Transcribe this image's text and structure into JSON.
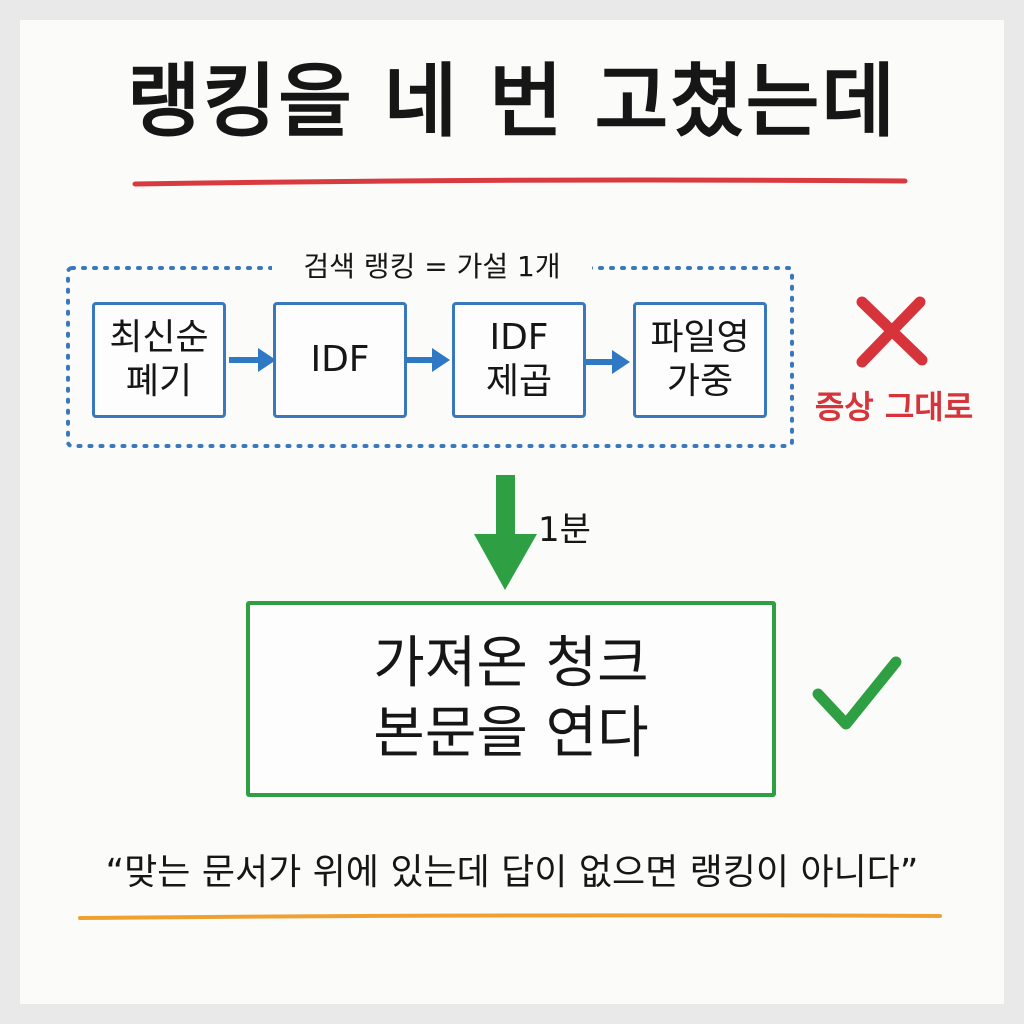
{
  "title": "랭킹을 네 번 고쳤는데",
  "group_label": "검색 랭킹 = 가설 1개",
  "steps": [
    {
      "label": "최신순\n폐기"
    },
    {
      "label": "IDF"
    },
    {
      "label": "IDF\n제곱"
    },
    {
      "label": "파일영\n가중"
    }
  ],
  "fail": {
    "label": "증상 그대로",
    "icon": "x-mark-icon"
  },
  "down_arrow_label": "1분",
  "result": {
    "label": "가져온 청크\n본문을 연다",
    "icon": "check-mark-icon"
  },
  "quote": "“맞는 문서가 위에 있는데 답이 없으면 랭킹이 아니다”",
  "colors": {
    "title_underline": "#d83a3f",
    "steps_border": "#3a78bd",
    "flow_arrow": "#2f78c4",
    "fail": "#d6343a",
    "result": "#2ea043",
    "quote_underline": "#f0a032"
  }
}
